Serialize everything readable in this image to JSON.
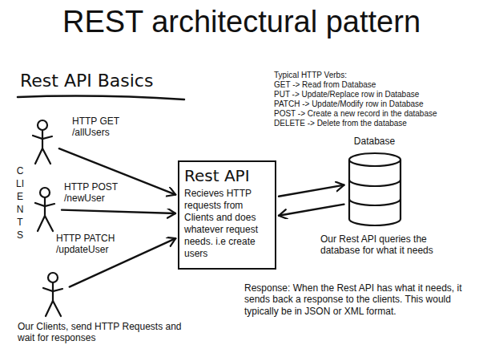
{
  "diagram": {
    "title": "REST architectural pattern",
    "nodes": [
      {
        "text": []
      },
      {
        "text": []
      },
      {
        "text": []
      },
      {
        "text": [
          "Rest API",
          "Recieves HTTP requests from Clients and does whatever request needs. i.e create users"
        ]
      },
      {
        "text": [
          "Database"
        ]
      }
    ],
    "edges": [
      {
        "from": 0,
        "to": 3,
        "arrow": "to",
        "label": "HTTP GET /allUsers"
      },
      {
        "from": 1,
        "to": 3,
        "arrow": "to",
        "label": "HTTP POST /newUser"
      },
      {
        "from": 2,
        "to": 3,
        "arrow": "to",
        "label": "HTTP PATCH /updateUser"
      },
      {
        "from": 3,
        "to": 4,
        "arrow": "to"
      },
      {
        "from": 4,
        "to": 3,
        "arrow": "to"
      }
    ],
    "labels": [
      "Rest API Basics",
      "Typical HTTP Verbs:",
      "GET -> Read from Database",
      "PUT -> Update/Replace row in Database",
      "PATCH -> Update/Modify row in Database",
      "POST -> Create a new record in the database",
      "DELETE -> Delete from the database",
      "CLIENTS",
      "Our Rest API queries the database for what it needs",
      "Response: When the Rest API has what it needs, it sends back a response to the clients. This would typically be in JSON or XML format.",
      "Our Clients, send HTTP Requests and wait for responses"
    ]
  }
}
